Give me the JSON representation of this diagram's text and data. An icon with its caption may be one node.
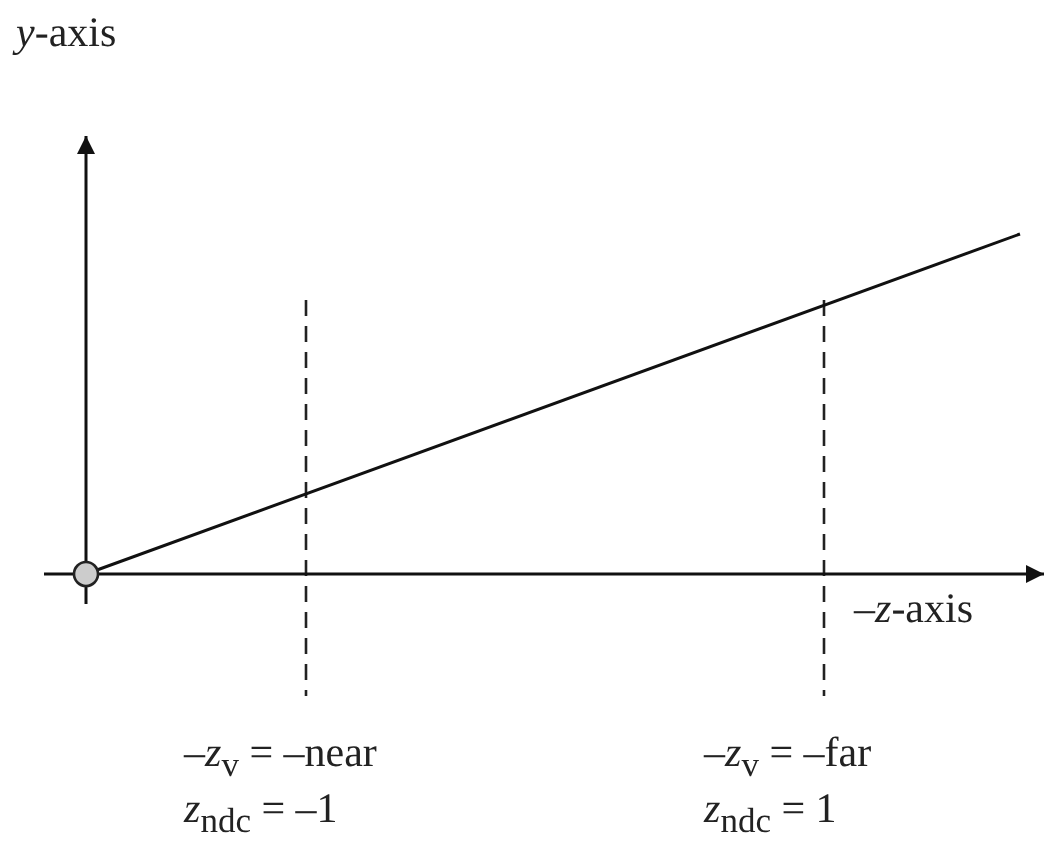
{
  "diagram": {
    "labels": [
      "*y*-axis",
      "–*z*-axis",
      "–*z*$_{v}$ = –near",
      "*z*$_{ndc}$ = –1",
      "–*z*$_{v}$ = –far",
      "*z*$_{ndc}$ = 1"
    ]
  }
}
